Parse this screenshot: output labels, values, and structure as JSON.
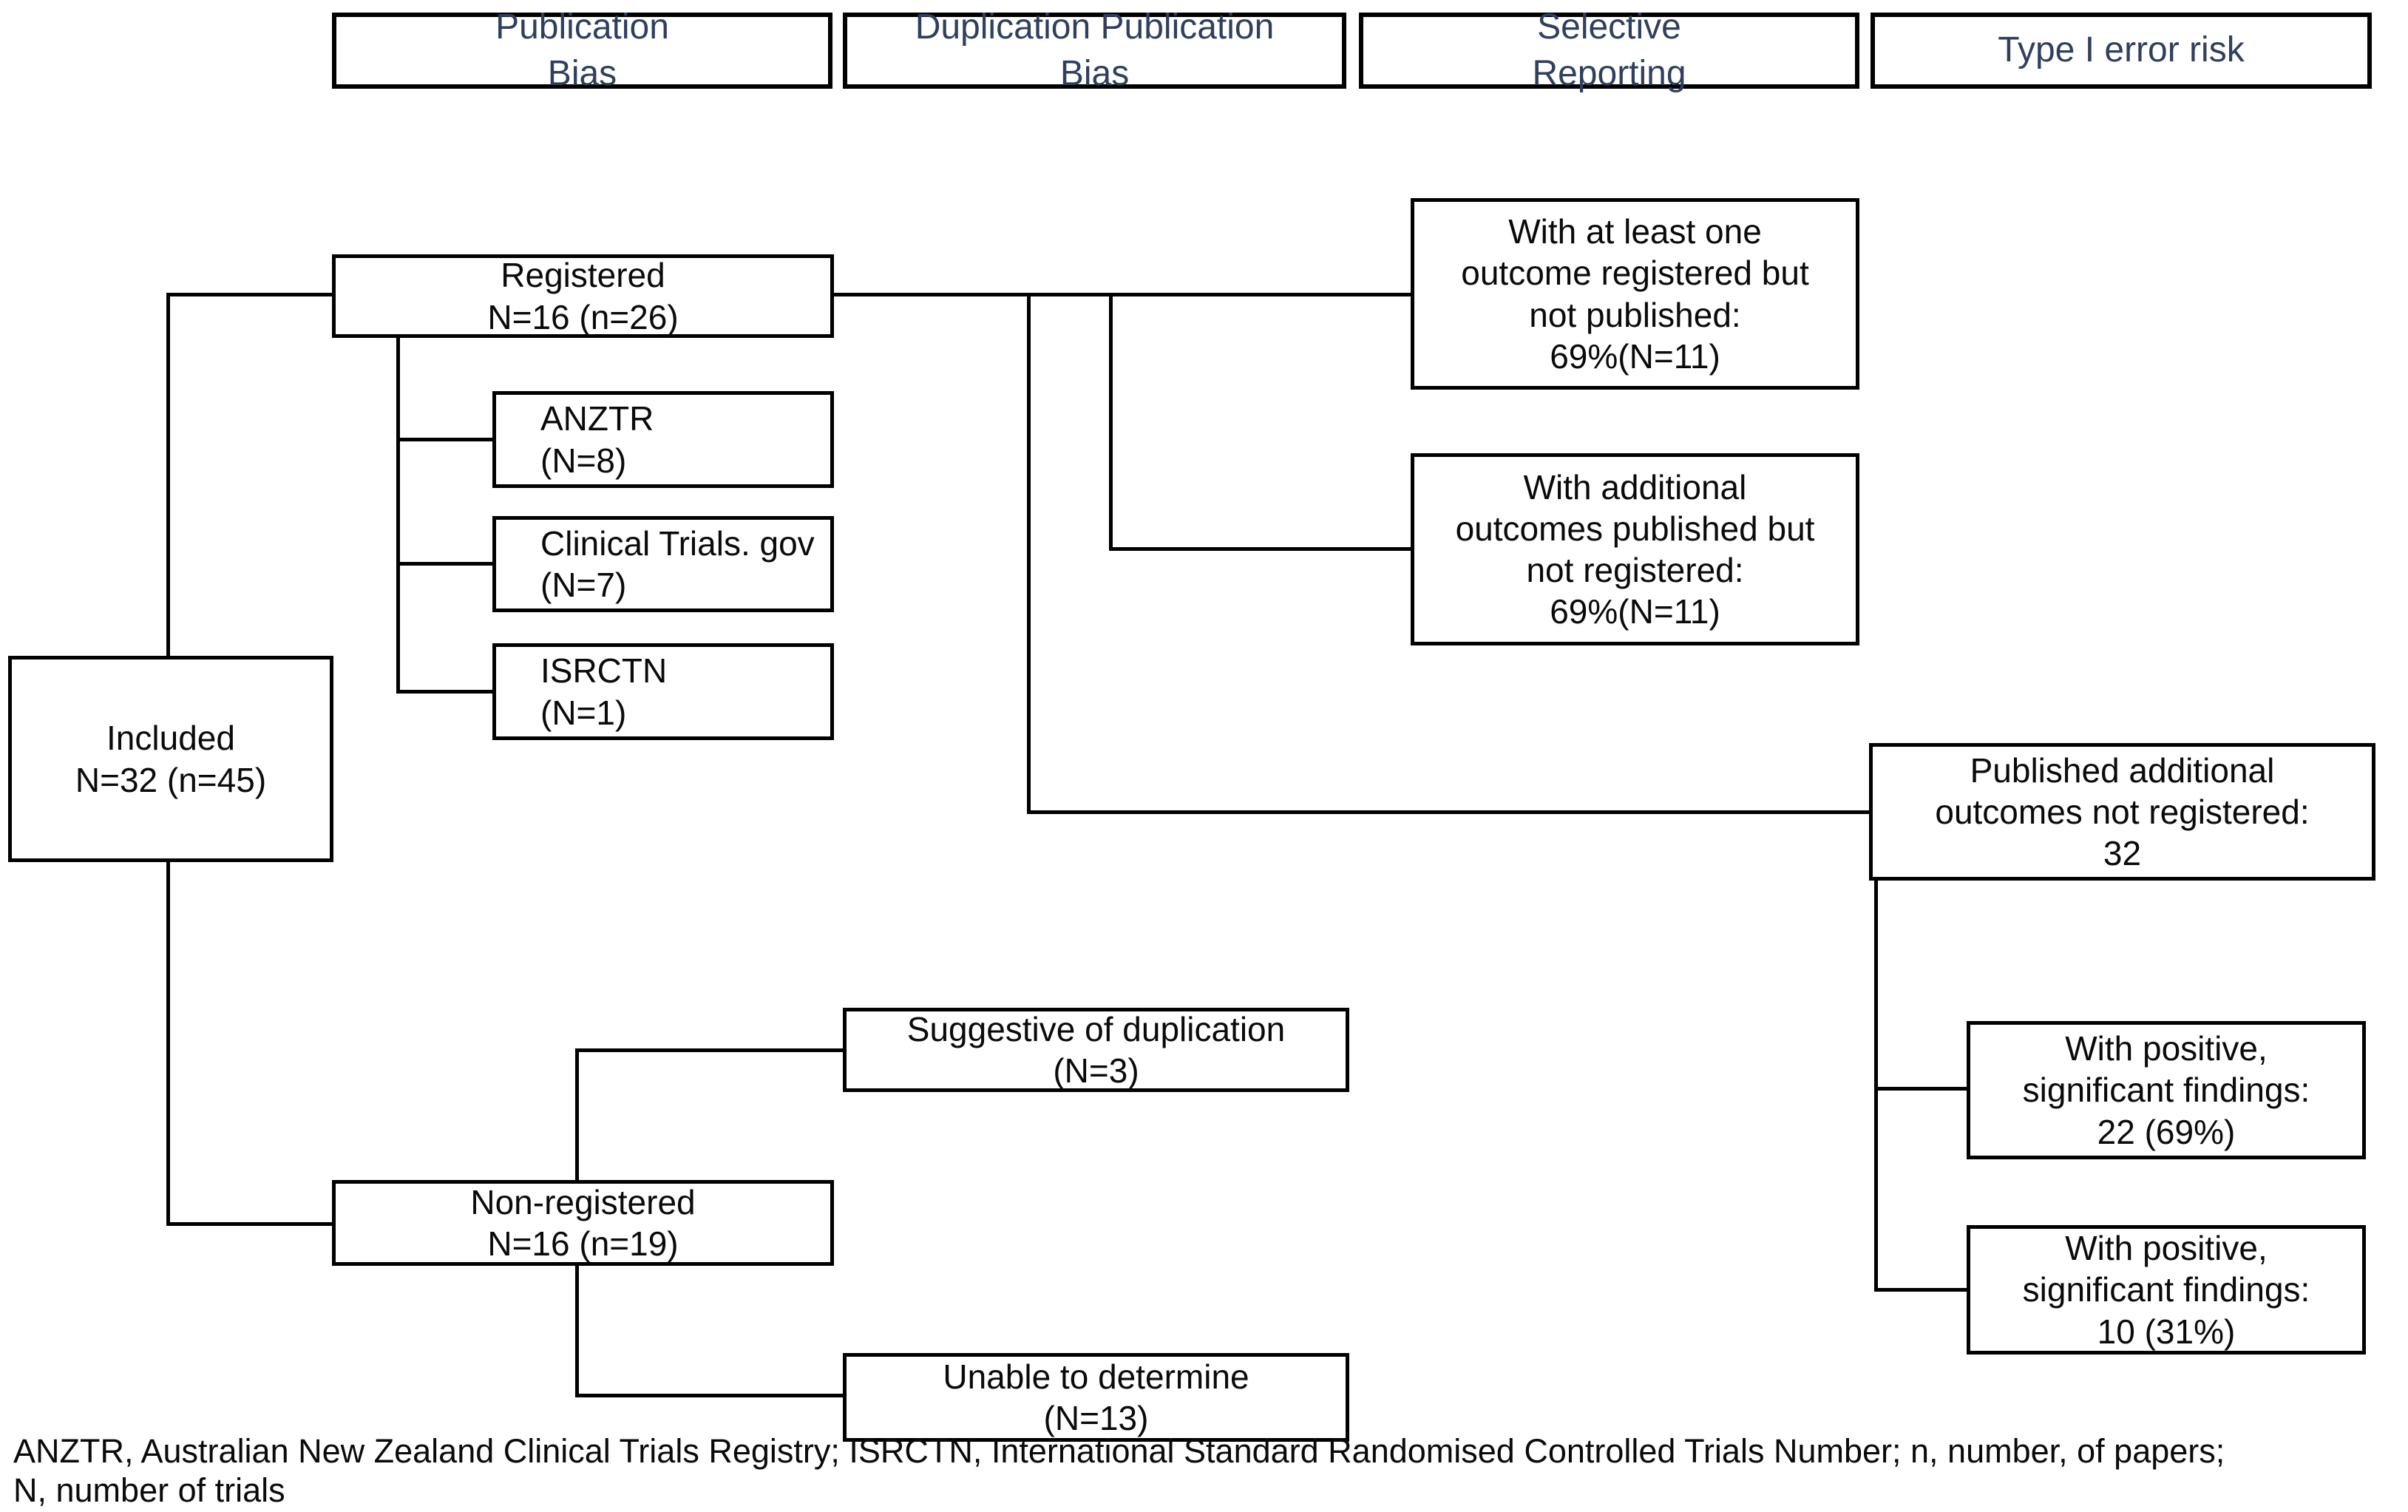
{
  "colors": {
    "background": "#ffffff",
    "header_text": "#2f3f5e",
    "box_text": "#0a0a0a",
    "line": "#000000"
  },
  "headers": [
    {
      "id": "publication-bias",
      "label": "Publication\nBias"
    },
    {
      "id": "duplication-publication-bias",
      "label": "Duplication Publication\nBias"
    },
    {
      "id": "selective-reporting",
      "label": "Selective\nReporting"
    },
    {
      "id": "type-i-error-risk",
      "label": "Type I error risk"
    }
  ],
  "boxes": {
    "included": "Included\nN=32 (n=45)",
    "registered": "Registered\nN=16 (n=26)",
    "anztr": "ANZTR\n(N=8)",
    "clinical_trials_gov": "Clinical Trials. gov\n(N=7)",
    "isrctn": "ISRCTN\n(N=1)",
    "outcome_registered_not_published": "With at least one\noutcome registered but\nnot published:\n69%(N=11)",
    "outcomes_published_not_registered": "With additional\noutcomes published but\nnot registered:\n69%(N=11)",
    "published_additional_outcomes": "Published additional\noutcomes not registered:\n32",
    "positive_significant_22": "With positive,\nsignificant findings:\n22 (69%)",
    "positive_significant_10": "With positive,\nsignificant findings:\n10 (31%)",
    "non_registered": "Non-registered\nN=16 (n=19)",
    "suggestive_of_duplication": "Suggestive of duplication\n(N=3)",
    "unable_to_determine": "Unable to determine\n(N=13)"
  },
  "footer": {
    "text": "ANZTR, Australian New Zealand Clinical Trials Registry; ISRCTN, International Standard Randomised Controlled Trials Number; n, number, of papers;\nN, number of trials"
  }
}
